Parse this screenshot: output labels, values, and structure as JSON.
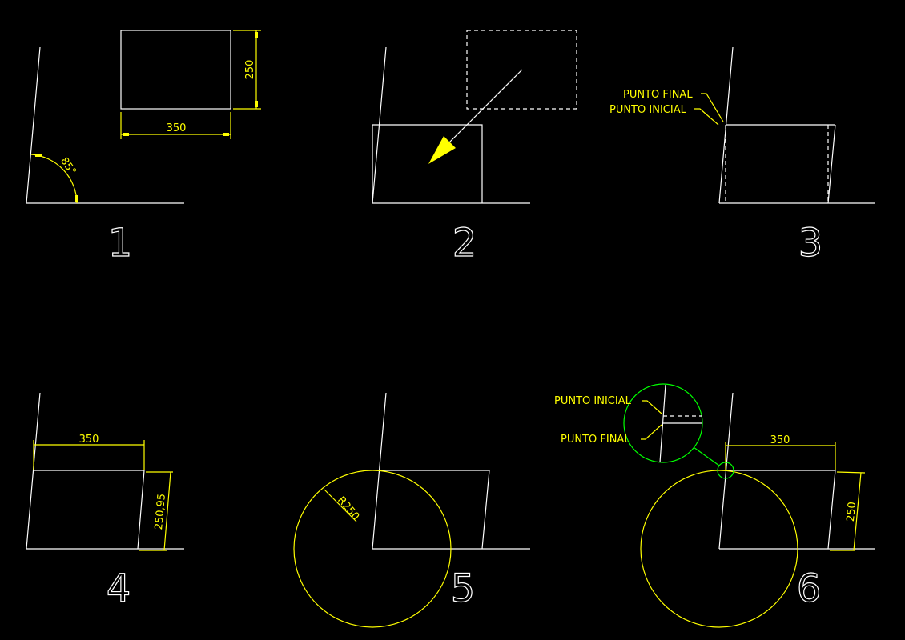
{
  "colors": {
    "background": "#000000",
    "geometry": "#ffffff",
    "dimension": "#ffff00",
    "detail": "#00ff00"
  },
  "steps": [
    {
      "number": "1",
      "dimensions": {
        "width": "350",
        "height": "250",
        "angle": "85°"
      }
    },
    {
      "number": "2"
    },
    {
      "number": "3",
      "labels": {
        "final": "PUNTO FINAL",
        "initial": "PUNTO INICIAL"
      }
    },
    {
      "number": "4",
      "dimensions": {
        "width": "350",
        "height": "250,95"
      }
    },
    {
      "number": "5",
      "dimensions": {
        "radius": "R250"
      }
    },
    {
      "number": "6",
      "dimensions": {
        "width": "350",
        "height": "250"
      },
      "labels": {
        "initial": "PUNTO INICIAL",
        "final": "PUNTO FINAL"
      }
    }
  ]
}
